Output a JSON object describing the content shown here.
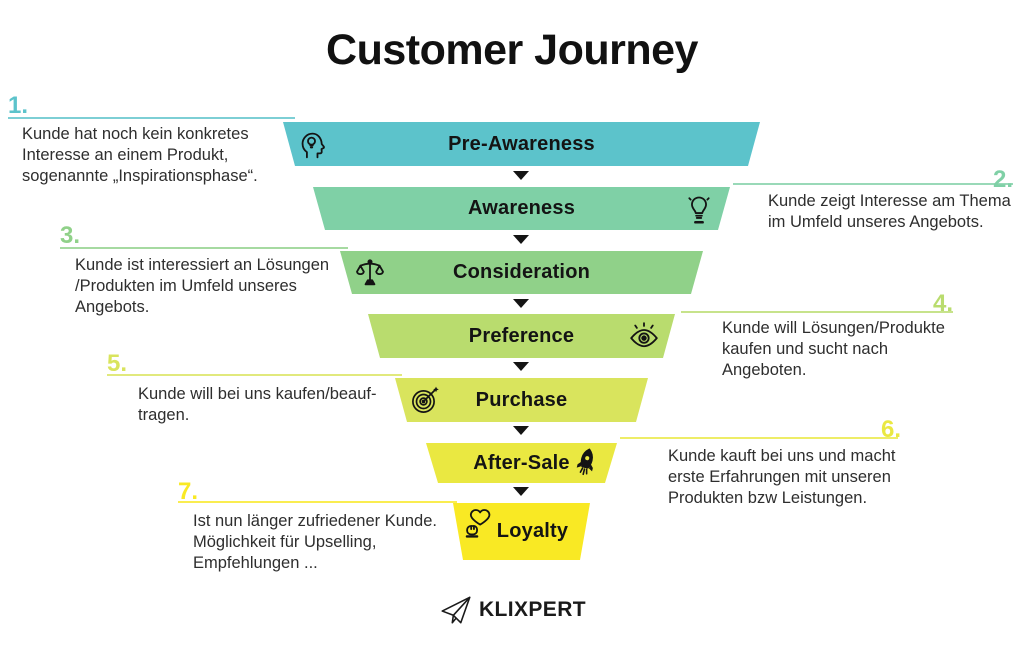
{
  "title": "Customer Journey",
  "stages": [
    {
      "number": "1.",
      "label": "Pre-Awareness",
      "color": "#5cc3cb",
      "icon": "head-lightbulb-icon",
      "note_side": "left",
      "note_lines": [
        "Kunde hat noch kein konkretes",
        "Interesse an einem Produkt,",
        "sogenannte „Inspirationsphase“."
      ]
    },
    {
      "number": "2.",
      "label": "Awareness",
      "color": "#7fd0a6",
      "icon": "lightbulb-icon",
      "note_side": "right",
      "note_lines": [
        "Kunde zeigt Interesse am Thema",
        "im Umfeld unseres Angebots."
      ]
    },
    {
      "number": "3.",
      "label": "Consideration",
      "color": "#90d189",
      "icon": "scales-icon",
      "note_side": "left",
      "note_lines": [
        "Kunde ist interessiert an Lösungen",
        "/Produkten im Umfeld unseres",
        "Angebots."
      ]
    },
    {
      "number": "4.",
      "label": "Preference",
      "color": "#b9dc6e",
      "icon": "eye-icon",
      "note_side": "right",
      "note_lines": [
        "Kunde will Lösungen/Produkte",
        "kaufen und sucht nach",
        "Angeboten."
      ]
    },
    {
      "number": "5.",
      "label": "Purchase",
      "color": "#d9e45d",
      "icon": "target-icon",
      "note_side": "left",
      "note_lines": [
        "Kunde will bei uns kaufen/beauf-",
        "tragen."
      ]
    },
    {
      "number": "6.",
      "label": "After-Sale",
      "color": "#eae841",
      "icon": "rocket-icon",
      "note_side": "right",
      "note_lines": [
        "Kunde kauft bei uns und macht",
        "erste Erfahrungen mit unseren",
        "Produkten bzw Leistungen."
      ]
    },
    {
      "number": "7.",
      "label": "Loyalty",
      "color": "#f9e924",
      "icon": "hand-heart-icon",
      "note_side": "left",
      "note_lines": [
        "Ist nun länger zufriedener Kunde.",
        "Möglichkeit für Upselling,",
        "Empfehlungen ..."
      ]
    }
  ],
  "logo": {
    "text": "KLIXPERT"
  }
}
